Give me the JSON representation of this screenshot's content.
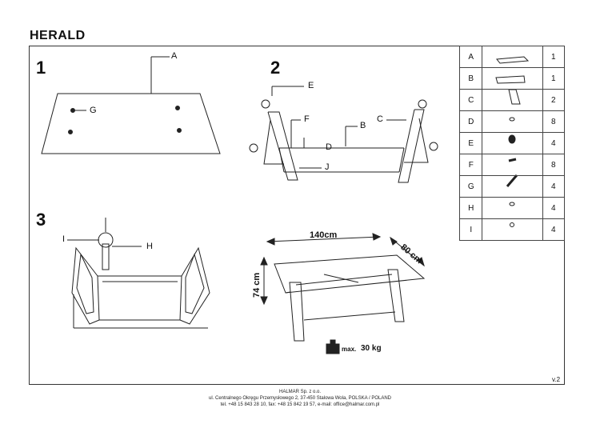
{
  "title": "HERALD",
  "steps": [
    "1",
    "2",
    "3"
  ],
  "labels": {
    "s1_A": "A",
    "s1_G": "G",
    "s2_E": "E",
    "s2_F": "F",
    "s2_B": "B",
    "s2_C": "C",
    "s2_D": "D",
    "s2_J": "J",
    "s3_I": "I",
    "s3_H": "H"
  },
  "dimensions": {
    "width": "140cm",
    "depth": "80 cm",
    "height": "74 cm"
  },
  "weight": {
    "label": "max.",
    "value": "30 kg"
  },
  "parts": [
    {
      "key": "A",
      "icon": "glass-top-icon",
      "qty": "1"
    },
    {
      "key": "B",
      "icon": "frame-icon",
      "qty": "1"
    },
    {
      "key": "C",
      "icon": "leg-icon",
      "qty": "2"
    },
    {
      "key": "D",
      "icon": "washer-small-icon",
      "qty": "8"
    },
    {
      "key": "E",
      "icon": "foot-pad-icon",
      "qty": "4"
    },
    {
      "key": "F",
      "icon": "bolt-icon",
      "qty": "8"
    },
    {
      "key": "G",
      "icon": "pin-icon",
      "qty": "4"
    },
    {
      "key": "H",
      "icon": "washer-icon",
      "qty": "4"
    },
    {
      "key": "I",
      "icon": "cap-icon",
      "qty": "4"
    }
  ],
  "footer": {
    "line1": "HALMAR Sp. z o.o.",
    "line2": "ul. Centralnego Okręgu Przemysłowego 2, 37-450 Stalowa Wola, POLSKA / POLAND",
    "line3": "tel. +48 15 843 28 10, fax: +48 15 842 19 57, e-mail: office@halmar.com.pl"
  },
  "version": "v.2"
}
